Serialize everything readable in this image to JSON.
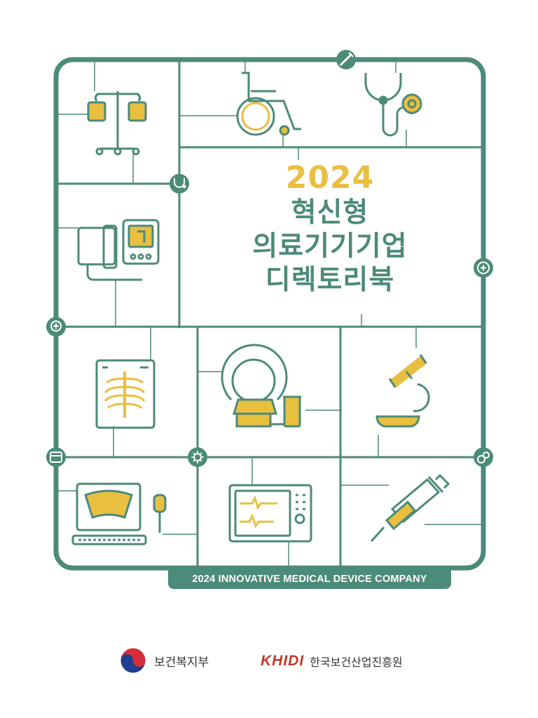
{
  "title": {
    "year": "2024",
    "line1": "혁신형",
    "line2": "의료기기기업",
    "line3": "디렉토리북"
  },
  "banner": "2024 INNOVATIVE MEDICAL DEVICE COMPANY",
  "logos": {
    "ministry": "보건복지부",
    "khidi_mark": "KHIDI",
    "khidi_name": "한국보건산업진흥원"
  },
  "colors": {
    "green": "#4c8a79",
    "yellow": "#e9bf3f",
    "khidi_red": "#c0392b"
  },
  "icons": [
    "iv-stand-icon",
    "wheelchair-icon",
    "stethoscope-icon",
    "blood-pressure-monitor-icon",
    "xray-icon",
    "mri-scanner-icon",
    "microscope-icon",
    "ultrasound-icon",
    "patient-monitor-icon",
    "syringe-icon"
  ]
}
